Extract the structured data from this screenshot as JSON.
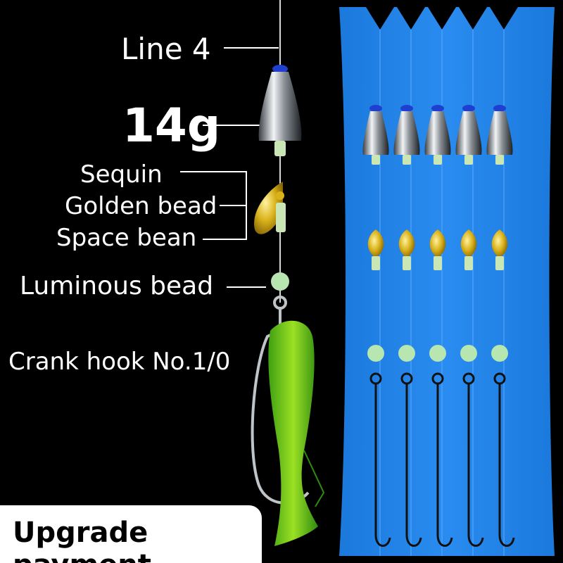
{
  "labels": {
    "line": "Line 4",
    "weight": "14g",
    "sequin": "Sequin",
    "golden_bead": "Golden bead",
    "space_bean": "Space bean",
    "luminous_bead": "Luminous bead",
    "crank_hook": "Crank hook No.1/0"
  },
  "banner": {
    "text": "Upgrade payment"
  },
  "colors": {
    "background": "#000000",
    "board": "#1e82e8",
    "lure": "#7bd21c",
    "luminous": "#b8e6b0",
    "gold": "#d9b21a"
  }
}
